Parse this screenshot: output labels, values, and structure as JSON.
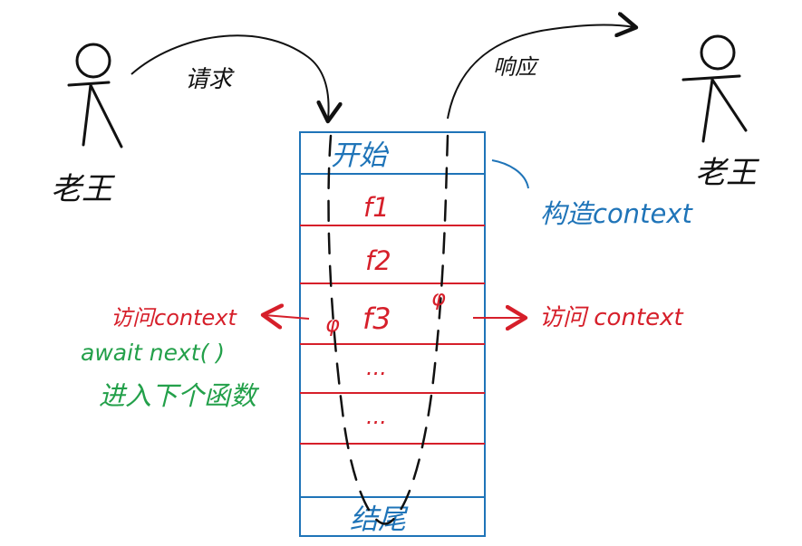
{
  "left_actor": {
    "label": "老王"
  },
  "right_actor": {
    "label": "老王"
  },
  "request_arrow": {
    "label": "请求"
  },
  "response_arrow": {
    "label": "响应"
  },
  "stack": {
    "start_label": "开始",
    "f1_label": "f1",
    "f2_label": "f2",
    "f3_label": "f3",
    "dots_1": "...",
    "dots_2": "...",
    "end_label": "结尾"
  },
  "context_note": {
    "label": "构造context"
  },
  "left_notes": {
    "access_context": "访问context",
    "await_next": "await next( )",
    "next_middleware": "进入下个函数"
  },
  "right_notes": {
    "access_context": "访问 context"
  },
  "markers": {
    "phi_left": "φ",
    "phi_right": "φ"
  },
  "colors": {
    "black": "#111111",
    "blue": "#1f74b8",
    "red": "#d61f2a",
    "green": "#23a04a"
  }
}
